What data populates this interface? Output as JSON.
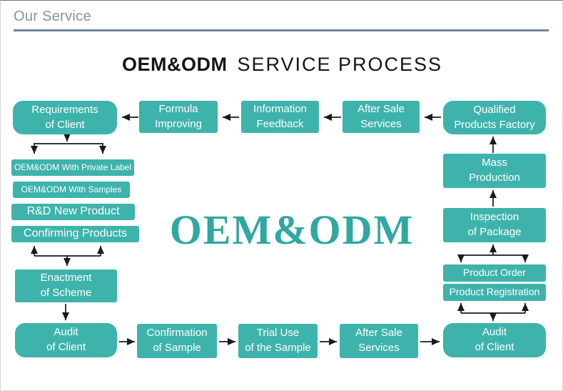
{
  "section": {
    "title": "Our Service"
  },
  "heading": {
    "bold": "OEM&ODM",
    "rest": "SERVICE PROCESS"
  },
  "watermark": "OEM&ODM",
  "colors": {
    "node_fill": "#3EB3AB",
    "node_text": "#FDFFFF",
    "watermark_text": "#2FA8A1",
    "arrow": "#1A1A1A",
    "section_title": "#8493A9",
    "section_underline": "#7083A0",
    "heading_text": "#151515"
  },
  "nodes": {
    "requirements": "Requirements\nof Client",
    "formula": "Formula\nImproving",
    "information": "Information\nFeedback",
    "after_sale_top": "After Sale\nServices",
    "qualified": "Qualified\nProducts Factory",
    "mass": "Mass\nProduction",
    "inspection": "Inspection\nof Package",
    "product_order": "Product Order",
    "product_registration": "Product Registration",
    "audit_right": "Audit\nof Client",
    "after_sale_bottom": "After Sale\nServices",
    "trial_use": "Trial Use\nof the Sample",
    "confirmation": "Confirmation\nof Sample",
    "audit_left": "Audit\nof Client",
    "enactment": "Enactment\nof Scheme",
    "option_private_label": "OEM&ODM With Private Label",
    "option_samples": "OEM&ODM With Samples",
    "option_rd": "R&D New Product",
    "option_confirming": "Confirming Products"
  }
}
